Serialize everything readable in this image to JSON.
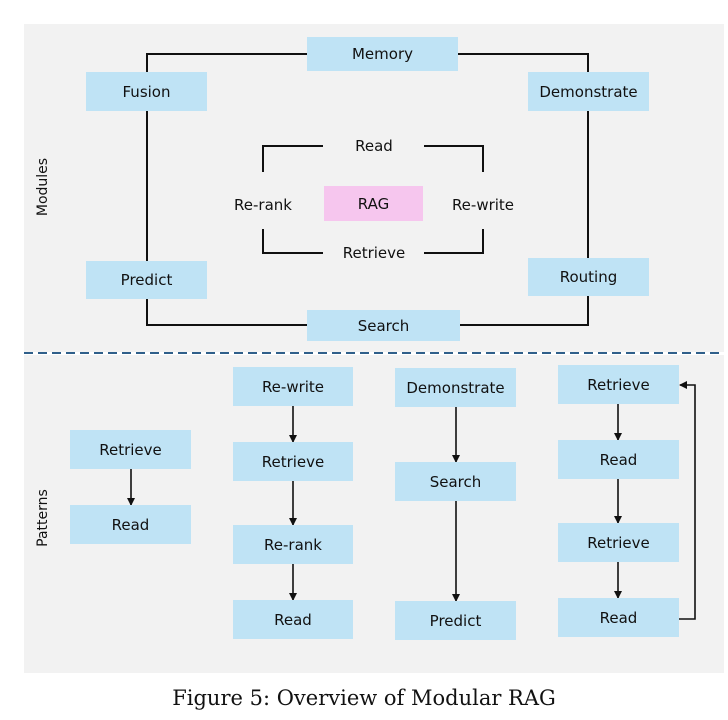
{
  "modules": {
    "section_label": "Modules",
    "outer": {
      "memory": "Memory",
      "fusion": "Fusion",
      "demonstrate": "Demonstrate",
      "predict": "Predict",
      "routing": "Routing",
      "search": "Search"
    },
    "inner": {
      "read": "Read",
      "rerank": "Re-rank",
      "rag": "RAG",
      "rewrite": "Re-write",
      "retrieve": "Retrieve"
    }
  },
  "patterns": {
    "section_label": "Patterns",
    "col1": [
      "Retrieve",
      "Read"
    ],
    "col2": [
      "Re-write",
      "Retrieve",
      "Re-rank",
      "Read"
    ],
    "col3": [
      "Demonstrate",
      "Search",
      "Predict"
    ],
    "col4": [
      "Retrieve",
      "Read",
      "Retrieve",
      "Read"
    ]
  },
  "caption": "Figure 5: Overview of Modular RAG",
  "colors": {
    "box": "#bfe3f5",
    "rag_box": "#f6c6ee",
    "panel": "#f2f2f2",
    "divider": "#2f5f8a"
  }
}
